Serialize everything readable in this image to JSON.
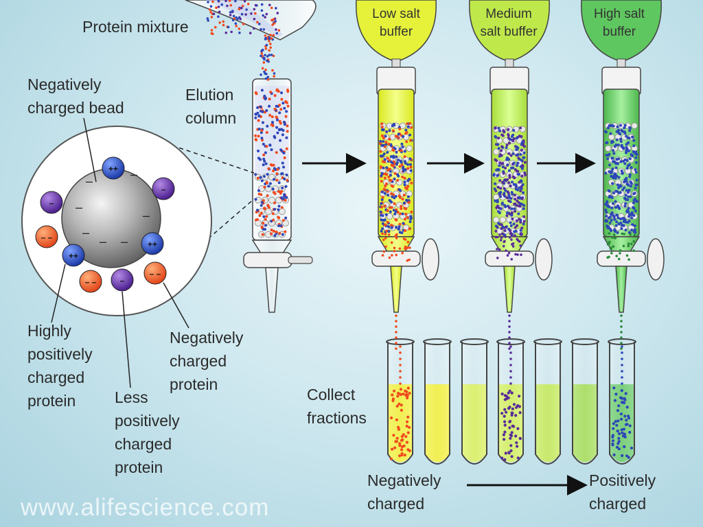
{
  "labels": {
    "protein_mixture": "Protein mixture",
    "neg_bead": [
      "Negatively",
      "charged bead"
    ],
    "elution_column": [
      "Elution",
      "column"
    ],
    "highly_pos": [
      "Highly",
      "positively",
      "charged",
      "protein"
    ],
    "less_pos": [
      "Less",
      "positively",
      "charged",
      "protein"
    ],
    "neg_protein": [
      "Negatively",
      "charged",
      "protein"
    ],
    "collect_fractions": [
      "Collect",
      "fractions"
    ],
    "negatively_charged": [
      "Negatively",
      "charged"
    ],
    "positively_charged": [
      "Positively",
      "charged"
    ]
  },
  "buffers": [
    {
      "label": [
        "Low salt",
        "buffer"
      ],
      "color": "#e6f23a"
    },
    {
      "label": [
        "Medium",
        "salt buffer"
      ],
      "color": "#bfe84a"
    },
    {
      "label": [
        "High salt",
        "buffer"
      ],
      "color": "#5fc760"
    }
  ],
  "particle_colors": {
    "blue": "#2d46b8",
    "red": "#f04a1e",
    "purple": "#5a2b9a",
    "green": "#2a8a3a"
  },
  "watermark": "www.alifescience.com"
}
